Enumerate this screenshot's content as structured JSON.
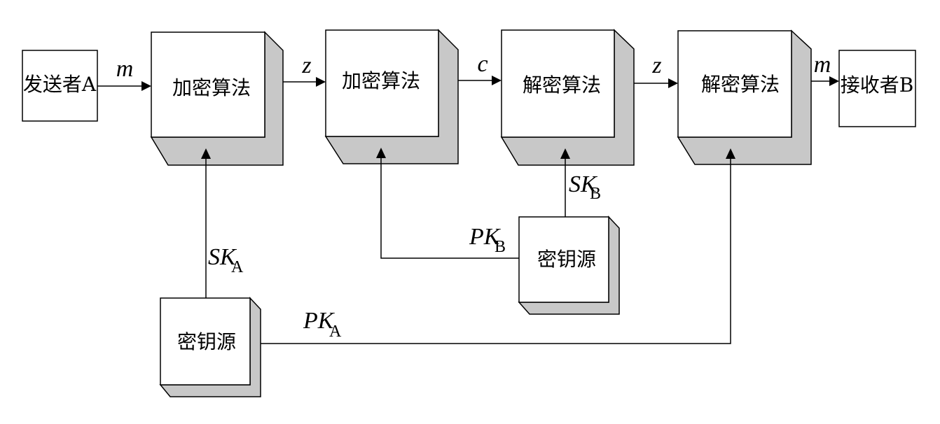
{
  "sender": "发送者A",
  "receiver": "接收者B",
  "blocks": {
    "encrypt1": "加密算法",
    "encrypt2": "加密算法",
    "decrypt1": "解密算法",
    "decrypt2": "解密算法",
    "keysource_a": "密钥源",
    "keysource_b": "密钥源"
  },
  "flow_labels": {
    "m_in": "m",
    "z1": "z",
    "c": "c",
    "z2": "z",
    "m_out": "m"
  },
  "key_labels": {
    "sk_a_main": "SK",
    "sk_a_sub": "A",
    "pk_a_main": "PK",
    "pk_a_sub": "A",
    "sk_b_main": "SK",
    "sk_b_sub": "B",
    "pk_b_main": "PK",
    "pk_b_sub": "B"
  }
}
